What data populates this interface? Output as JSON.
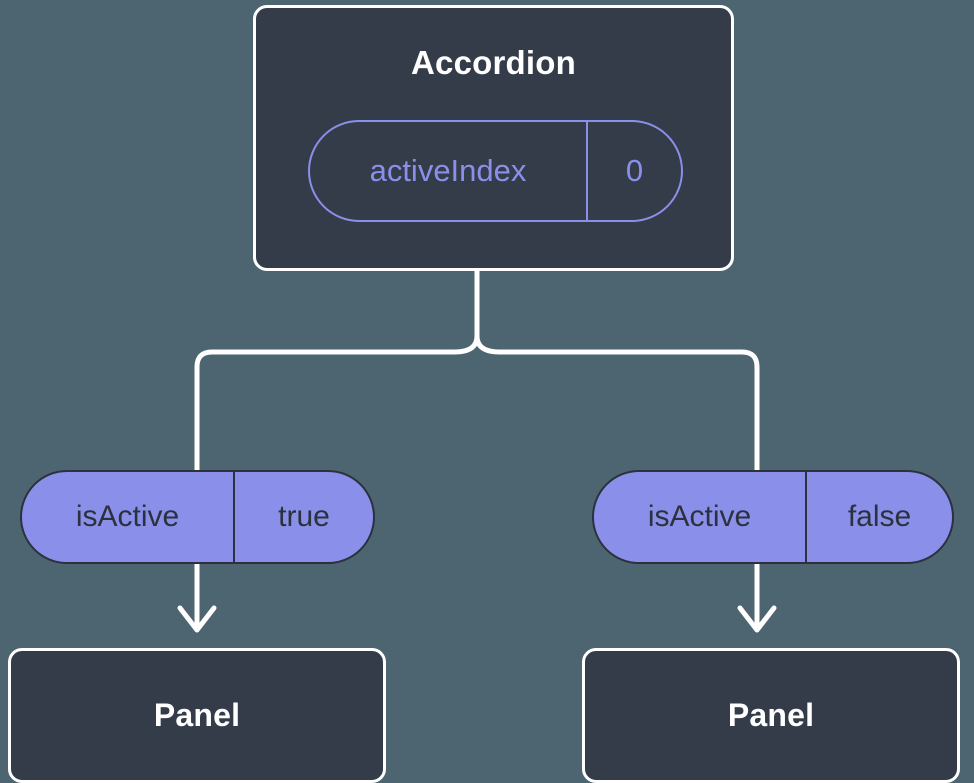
{
  "diagram": {
    "type": "component-tree",
    "background_color": "#4c6570",
    "colors": {
      "node_fill": "#343b49",
      "node_border": "#ffffff",
      "accent_purple": "#8a90ea",
      "pill_text_dark": "#2b313d",
      "connector": "#ffffff"
    },
    "root": {
      "title": "Accordion",
      "prop": {
        "key": "activeIndex",
        "value": "0"
      }
    },
    "branches": [
      {
        "side": "left",
        "prop": {
          "key": "isActive",
          "value": "true"
        },
        "leaf": {
          "title": "Panel"
        }
      },
      {
        "side": "right",
        "prop": {
          "key": "isActive",
          "value": "false"
        },
        "leaf": {
          "title": "Panel"
        }
      }
    ]
  }
}
